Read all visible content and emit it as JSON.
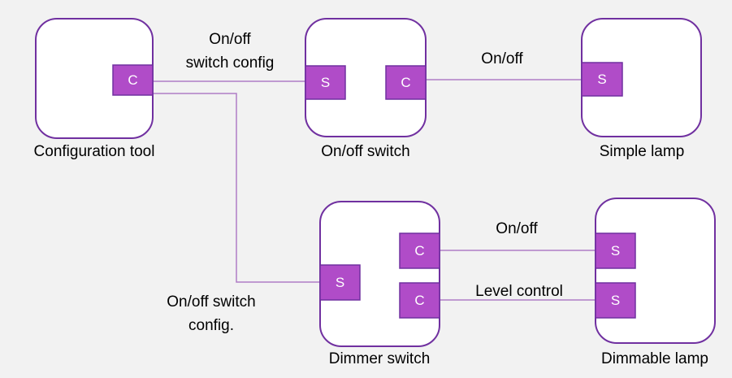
{
  "colors": {
    "background": "#f2f2f2",
    "device_fill": "#ffffff",
    "device_border": "#7030a0",
    "port_fill": "#b04cc8",
    "wire": "#b07cc6"
  },
  "devices": {
    "configuration_tool": {
      "label": "Configuration tool"
    },
    "onoff_switch": {
      "label": "On/off switch"
    },
    "simple_lamp": {
      "label": "Simple lamp"
    },
    "dimmer_switch": {
      "label": "Dimmer switch"
    },
    "dimmable_lamp": {
      "label": "Dimmable lamp"
    }
  },
  "ports": {
    "client": "C",
    "server": "S"
  },
  "connections": {
    "config_to_onoff_switch": {
      "lines": [
        "On/off",
        "switch config"
      ]
    },
    "onoff_switch_to_simple_lamp": {
      "lines": [
        "On/off"
      ]
    },
    "config_to_dimmer_switch": {
      "lines": [
        "On/off switch",
        "config."
      ]
    },
    "dimmer_onoff_to_lamp": {
      "lines": [
        "On/off"
      ]
    },
    "dimmer_level_to_lamp": {
      "lines": [
        "Level control"
      ]
    }
  }
}
